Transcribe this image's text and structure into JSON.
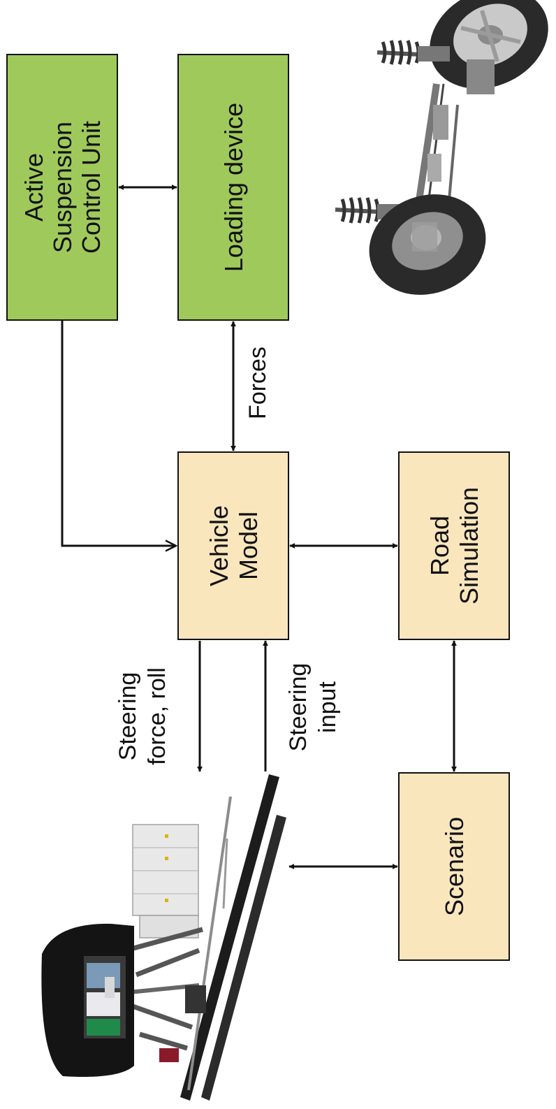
{
  "colors": {
    "green_fill": "#9fca5b",
    "tan_fill": "#fae6bd",
    "stroke": "#111111",
    "background": "#ffffff"
  },
  "boxes": {
    "asc": {
      "line1": "Active",
      "line2": "Suspension",
      "line3": "Control Unit"
    },
    "loading": {
      "text": "Loading device"
    },
    "vehicle": {
      "line1": "Vehicle",
      "line2": "Model"
    },
    "road": {
      "line1": "Road",
      "line2": "Simulation"
    },
    "scenario": {
      "text": "Scenario"
    }
  },
  "labels": {
    "forces": "Forces",
    "steering_force_roll": {
      "line1": "Steering",
      "line2": "force, roll"
    },
    "steering_input": {
      "line1": "Steering",
      "line2": "input"
    }
  },
  "images": {
    "suspension": "front suspension assembly photo",
    "simulator": "driving simulator on motion platform photo"
  }
}
